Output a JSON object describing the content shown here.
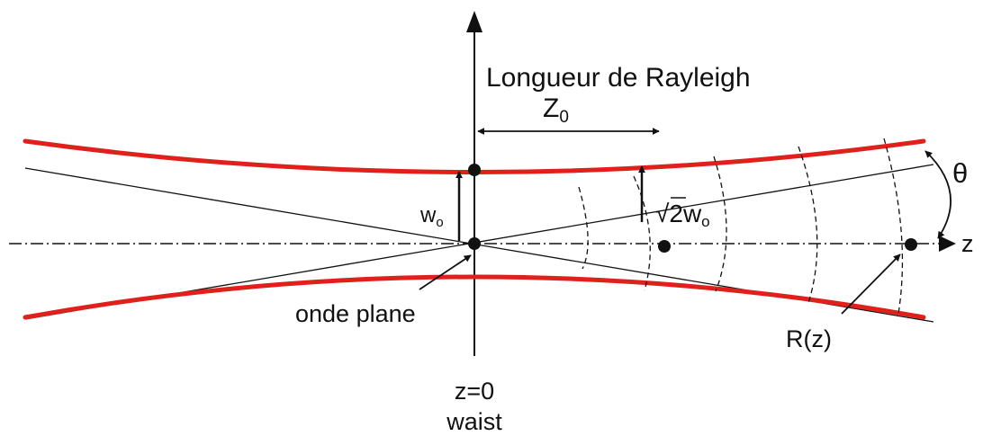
{
  "labels": {
    "rayleigh_title": "Longueur de Rayleigh",
    "z0_main": "Z",
    "z0_sub": "0",
    "w0_main": "w",
    "w0_sub": "o",
    "sqrt_symbol": "√",
    "sqrt_two_w0_main": "2w",
    "sqrt_two_w0_sub": "o",
    "theta": "θ",
    "axis_z": "z",
    "plane_wave": "onde plane",
    "radius": "R(z)",
    "origin": "z=0",
    "waist": "waist"
  },
  "colors": {
    "beam": "#e0201b",
    "ink": "#111111"
  }
}
